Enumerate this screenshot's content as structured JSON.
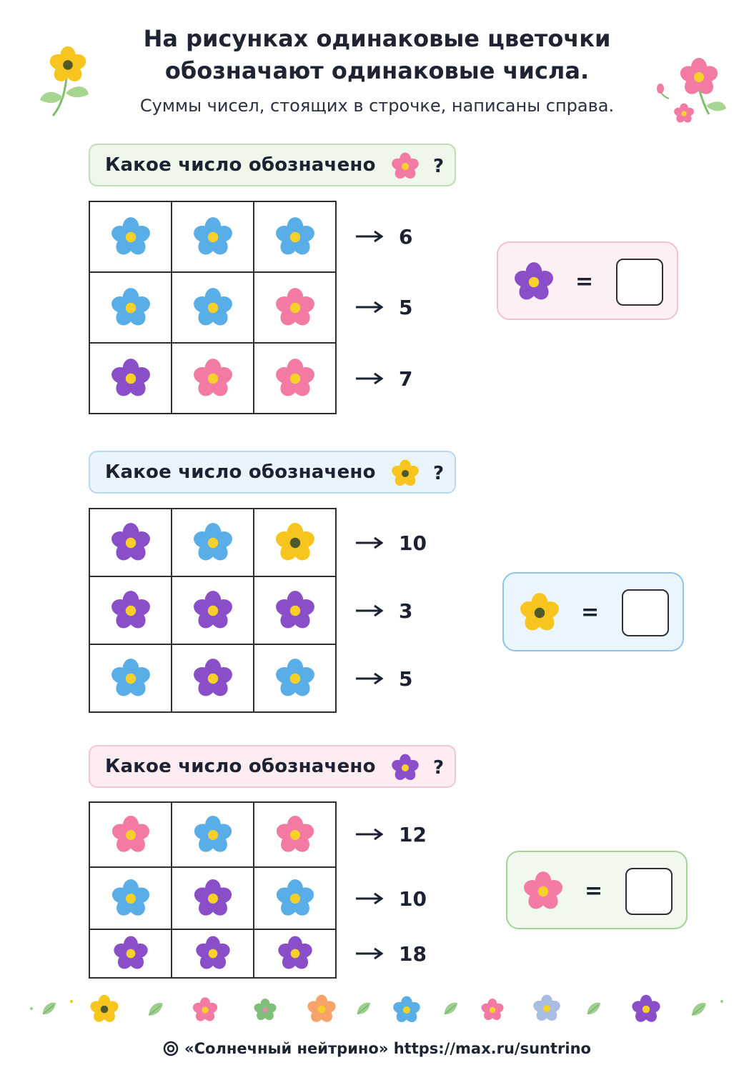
{
  "header": {
    "title_line1": "На рисунках одинаковые цветочки",
    "title_line2": "обозначают одинаковые числа.",
    "subtitle": "Суммы чисел, стоящих в строчке, написаны справа."
  },
  "colors": {
    "blue": "#5aaee8",
    "pink": "#f27aa3",
    "purple": "#8a4fc8",
    "yellow": "#f7c51e"
  },
  "puzzles": [
    {
      "question": "Какое число обозначено",
      "question_flower": "pink-flower-icon",
      "question_mark": "?",
      "grid": [
        [
          "blue",
          "blue",
          "blue"
        ],
        [
          "blue",
          "blue",
          "pink"
        ],
        [
          "purple",
          "pink",
          "pink"
        ]
      ],
      "sums": [
        "6",
        "5",
        "7"
      ],
      "answer_flower": "purple-flower-icon",
      "equals": "="
    },
    {
      "question": "Какое число обозначено",
      "question_flower": "yellow-flower-icon",
      "question_mark": "?",
      "grid": [
        [
          "purple",
          "blue",
          "yellow"
        ],
        [
          "purple",
          "purple",
          "purple"
        ],
        [
          "blue",
          "purple",
          "blue"
        ]
      ],
      "sums": [
        "10",
        "3",
        "5"
      ],
      "answer_flower": "yellow-flower-icon",
      "equals": "="
    },
    {
      "question": "Какое число обозначено",
      "question_flower": "purple-flower-icon",
      "question_mark": "?",
      "grid": [
        [
          "pink",
          "blue",
          "pink"
        ],
        [
          "blue",
          "purple",
          "blue"
        ],
        [
          "purple",
          "purple",
          "purple"
        ]
      ],
      "sums": [
        "12",
        "10",
        "18"
      ],
      "answer_flower": "pink-flower-icon",
      "equals": "="
    }
  ],
  "footer": {
    "text": "«Солнечный нейтрино» https://max.ru/suntrino",
    "icon": "copyright-icon"
  }
}
